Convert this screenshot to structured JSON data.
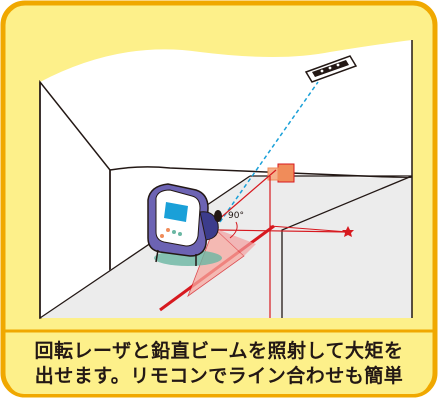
{
  "illustration": {
    "angle_label": "90°"
  },
  "caption": {
    "line1": "回転レーザと鉛直ビームを照射して大矩を",
    "line2": "出せます。リモコンでライン合わせも簡単"
  },
  "colors": {
    "frame_border": "#f0a800",
    "background": "#fdf08a",
    "wall": "#ffffff",
    "floor": "#ebebeb",
    "laser_red": "#d7191f",
    "beam_blue": "#1aa0d8",
    "target_orange": "#f08c5a"
  }
}
